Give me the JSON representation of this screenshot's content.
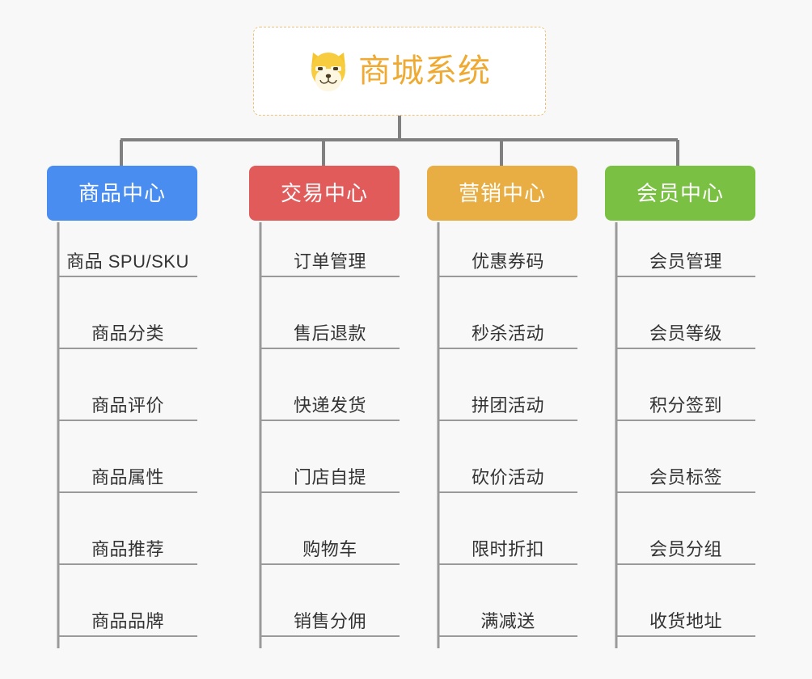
{
  "root": {
    "title": "商城系统",
    "icon": "shiba-inu-icon",
    "border_color": "#eec07a",
    "text_color": "#eeaa33",
    "background": "#ffffff"
  },
  "canvas": {
    "background": "#f8f8f8",
    "connector_color": "#808080",
    "leaf_rule_color": "#9a9a9a",
    "leaf_text_color": "#333333"
  },
  "columns": [
    {
      "id": "product-center",
      "label": "商品中心",
      "color": "#4a8df0",
      "items": [
        "商品 SPU/SKU",
        "商品分类",
        "商品评价",
        "商品属性",
        "商品推荐",
        "商品品牌"
      ]
    },
    {
      "id": "trade-center",
      "label": "交易中心",
      "color": "#e15b5b",
      "items": [
        "订单管理",
        "售后退款",
        "快递发货",
        "门店自提",
        "购物车",
        "销售分佣"
      ]
    },
    {
      "id": "marketing-center",
      "label": "营销中心",
      "color": "#e9ae43",
      "items": [
        "优惠券码",
        "秒杀活动",
        "拼团活动",
        "砍价活动",
        "限时折扣",
        "满减送"
      ]
    },
    {
      "id": "member-center",
      "label": "会员中心",
      "color": "#7ac143",
      "items": [
        "会员管理",
        "会员等级",
        "积分签到",
        "会员标签",
        "会员分组",
        "收货地址"
      ]
    }
  ]
}
